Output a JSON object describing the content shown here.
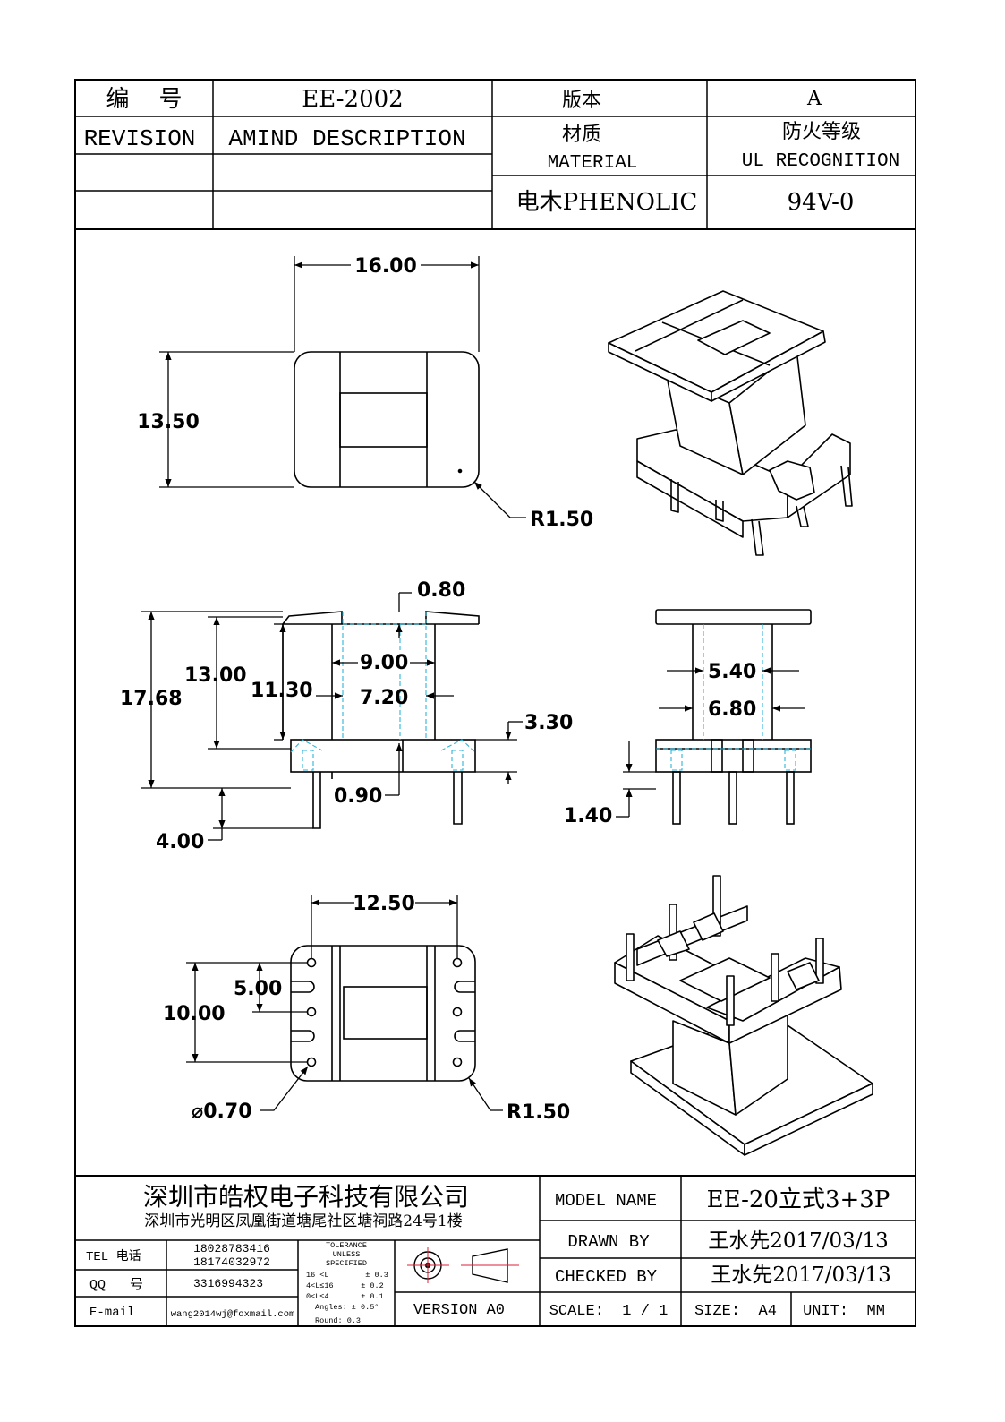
{
  "header": {
    "number_label": "编    号",
    "number_value": "EE-2002",
    "version_label": "版本",
    "version_value": "A",
    "revision_label": "REVISION",
    "amend_label": "AMIND DESCRIPTION",
    "material_label_cn": "材质",
    "material_label_en": "MATERIAL",
    "fire_label_cn": "防火等级",
    "fire_label_en": "UL RECOGNITION",
    "material_value": "电木PHENOLIC",
    "fire_value": "94V-0"
  },
  "dimensions": {
    "top_width": "16.00",
    "top_height": "13.50",
    "top_radius": "R1.50",
    "flange_thk": "0.80",
    "total_height": "17.68",
    "inner_height": "13.00",
    "window_height": "11.30",
    "window_width": "9.00",
    "core_width": "7.20",
    "base_height": "3.30",
    "wall": "0.90",
    "pin_length": "4.00",
    "side_inner": "5.40",
    "side_outer": "6.80",
    "pin_stub": "1.40",
    "pin_span": "12.50",
    "pin_pitch": "5.00",
    "row_span": "10.00",
    "pin_dia": "⌀0.70",
    "bottom_radius": "R1.50"
  },
  "footer": {
    "company": "深圳市皓权电子科技有限公司",
    "address": "深圳市光明区凤凰街道塘尾社区塘祠路24号1楼",
    "tel_label": "TEL 电话",
    "tel_value_1": "18028783416",
    "tel_value_2": "18174032972",
    "qq_label": "QQ   号",
    "qq_value": "3316994323",
    "email_label": "E-mail",
    "email_value": "wang2014wj@foxmail.com",
    "tolerance": [
      "TOLERANCE",
      "UNLESS",
      "SPECIFIED",
      "16 <L        ± 0.3",
      "4<L≤16      ± 0.2",
      "0<L≤4       ± 0.1",
      "Angles: ± 0.5°",
      "Round: 0.3"
    ],
    "version": "VERSION A0",
    "model_label": "MODEL NAME",
    "model_value": "EE-20立式3+3P",
    "drawn_label": "DRAWN BY",
    "drawn_value": "王水先2017/03/13",
    "checked_label": "CHECKED BY",
    "checked_value": "王水先2017/03/13",
    "scale_label": "SCALE:  1 / 1",
    "size_label": "SIZE:  A4",
    "unit_label": "UNIT:  MM"
  }
}
